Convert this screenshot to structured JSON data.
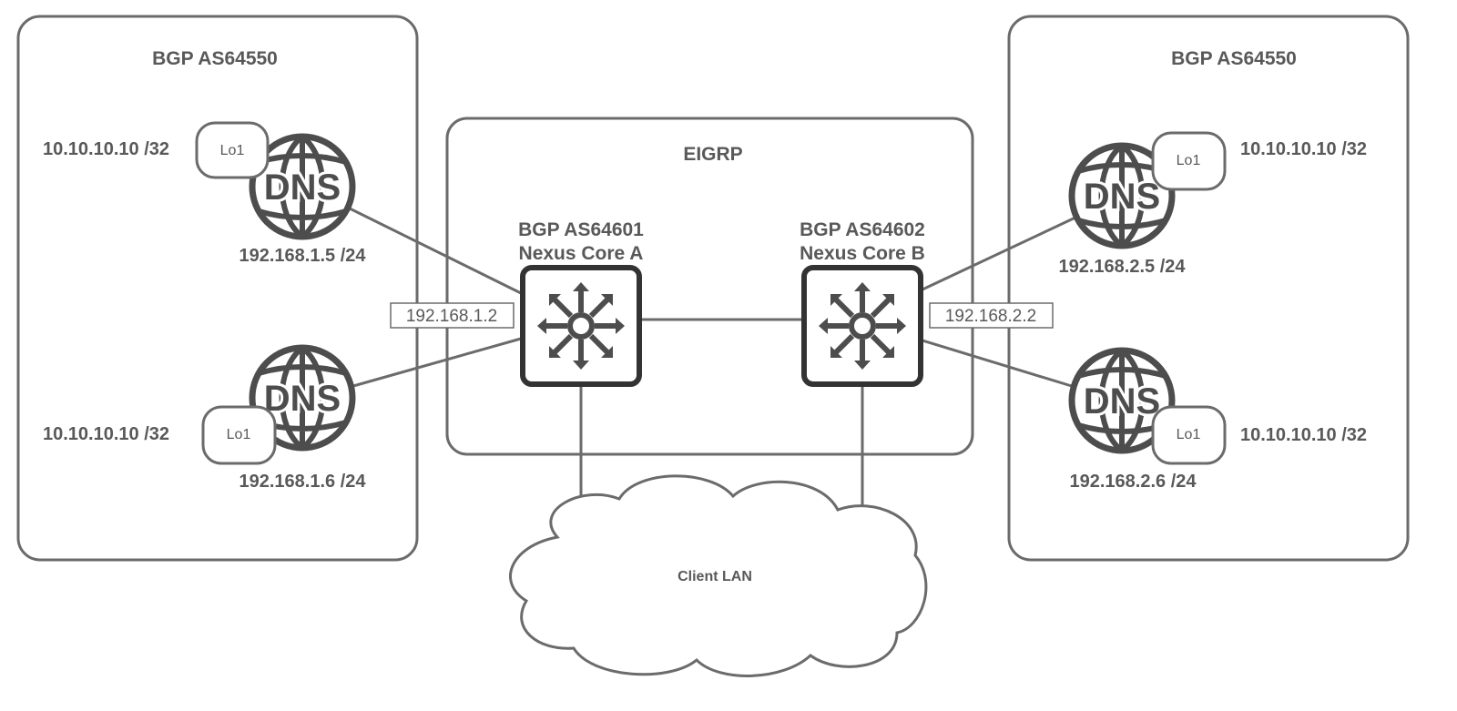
{
  "colors": {
    "stroke": "#6b6b6b",
    "text": "#595959",
    "icon": "#4d4d4d"
  },
  "left_domain": {
    "title": "BGP AS64550",
    "top_server": {
      "icon": "dns-globe-icon",
      "label": "DNS",
      "loopback": "Lo1",
      "loopback_ip": "10.10.10.10 /32",
      "ip": "192.168.1.5 /24"
    },
    "bottom_server": {
      "icon": "dns-globe-icon",
      "label": "DNS",
      "loopback": "Lo1",
      "loopback_ip": "10.10.10.10 /32",
      "ip": "192.168.1.6 /24"
    }
  },
  "core_domain": {
    "title": "EIGRP",
    "core_a": {
      "icon": "layer3-switch-icon",
      "line1": "BGP AS64601",
      "line2": "Nexus Core A",
      "gateway": "192.168.1.2"
    },
    "core_b": {
      "icon": "layer3-switch-icon",
      "line1": "BGP AS64602",
      "line2": "Nexus Core B",
      "gateway": "192.168.2.2"
    }
  },
  "right_domain": {
    "title": "BGP AS64550",
    "top_server": {
      "icon": "dns-globe-icon",
      "label": "DNS",
      "loopback": "Lo1",
      "loopback_ip": "10.10.10.10 /32",
      "ip": "192.168.2.5 /24"
    },
    "bottom_server": {
      "icon": "dns-globe-icon",
      "label": "DNS",
      "loopback": "Lo1",
      "loopback_ip": "10.10.10.10 /32",
      "ip": "192.168.2.6 /24"
    }
  },
  "client_lan": {
    "icon": "cloud-icon",
    "label": "Client LAN"
  }
}
